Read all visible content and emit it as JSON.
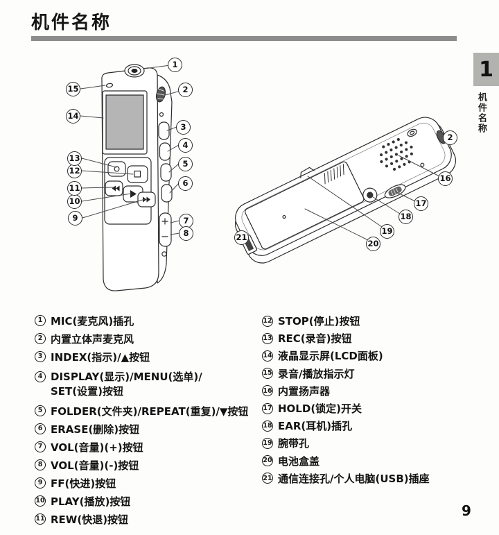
{
  "page": {
    "title": "机件名称",
    "page_number": "9",
    "chapter_tab": {
      "number": "1",
      "label": "机件名称"
    }
  },
  "colors": {
    "accent_bar": "#8c8c8c",
    "tab_bg": "#b2b2ae",
    "screen_fill": "#b5b5b5"
  },
  "callouts": {
    "c1": "1",
    "c2": "2",
    "c3": "3",
    "c4": "4",
    "c5": "5",
    "c6": "6",
    "c7": "7",
    "c8": "8",
    "c9": "9",
    "c10": "10",
    "c11": "11",
    "c12": "12",
    "c13": "13",
    "c14": "14",
    "c15": "15",
    "c16": "16",
    "c17": "17",
    "c18": "18",
    "c19": "19",
    "c20": "20",
    "c21": "21"
  },
  "legend": {
    "left": [
      {
        "num": "1",
        "text": "MIC(麦克风)插孔"
      },
      {
        "num": "2",
        "text": "内置立体声麦克风"
      },
      {
        "num": "3",
        "text": "INDEX(指示)/▲按钮"
      },
      {
        "num": "4",
        "text": "DISPLAY(显示)/MENU(选单)/",
        "text2": "SET(设置)按钮"
      },
      {
        "num": "5",
        "text": "FOLDER(文件夹)/REPEAT(重复)/▼按钮"
      },
      {
        "num": "6",
        "text": "ERASE(删除)按钮"
      },
      {
        "num": "7",
        "text": "VOL(音量)(+)按钮"
      },
      {
        "num": "8",
        "text": "VOL(音量)(-)按钮"
      },
      {
        "num": "9",
        "text": "FF(快进)按钮"
      },
      {
        "num": "10",
        "text": "PLAY(播放)按钮"
      },
      {
        "num": "11",
        "text": "REW(快退)按钮"
      }
    ],
    "right": [
      {
        "num": "12",
        "text": "STOP(停止)按钮"
      },
      {
        "num": "13",
        "text": "REC(录音)按钮"
      },
      {
        "num": "14",
        "text": "液晶显示屏(LCD面板)"
      },
      {
        "num": "15",
        "text": "录音/播放指示灯"
      },
      {
        "num": "16",
        "text": "内置扬声器"
      },
      {
        "num": "17",
        "text": "HOLD(锁定)开关"
      },
      {
        "num": "18",
        "text": "EAR(耳机)插孔"
      },
      {
        "num": "19",
        "text": "腕带孔"
      },
      {
        "num": "20",
        "text": "电池盒盖"
      },
      {
        "num": "21",
        "text": "通信连接孔/个人电脑(USB)插座"
      }
    ]
  }
}
